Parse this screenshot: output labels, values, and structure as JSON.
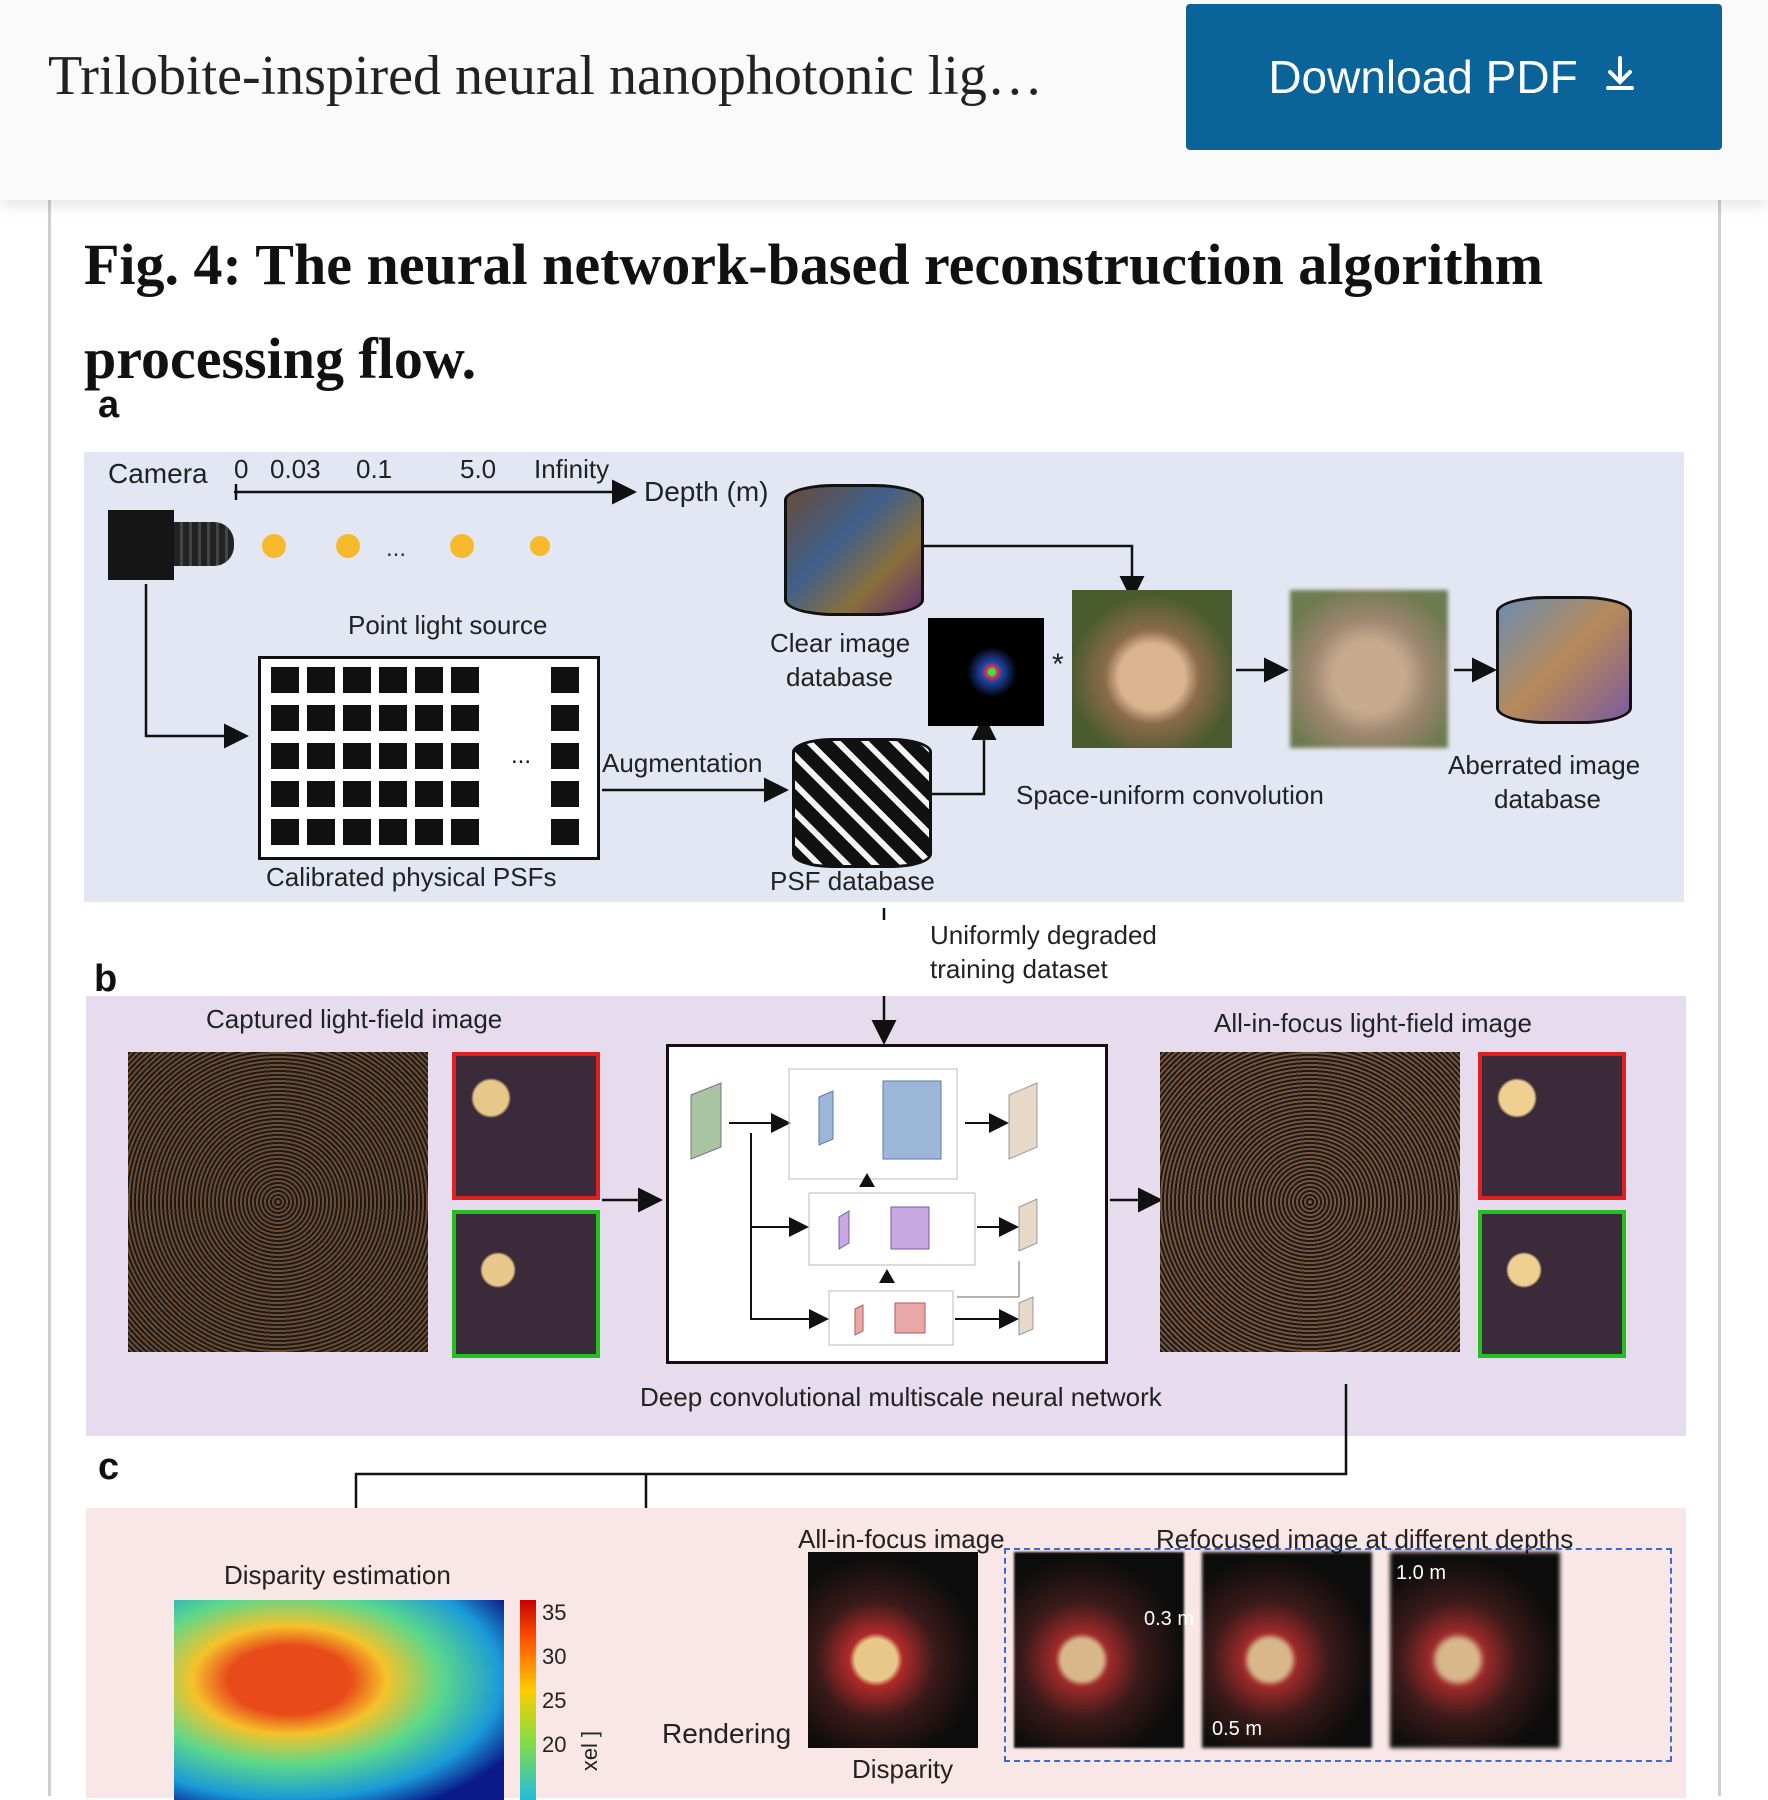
{
  "header": {
    "article_title": "Trilobite-inspired neural nanophotonic lig…",
    "download_label": "Download PDF",
    "download_icon": "download-arrow-icon",
    "accent_color": "#0a6399"
  },
  "figure": {
    "title": "Fig. 4: The neural network-based reconstruction algorithm processing flow.",
    "panel_a": {
      "letter": "a",
      "camera": "Camera",
      "depth_ticks": [
        "0",
        "0.03",
        "0.1",
        "5.0",
        "Infinity"
      ],
      "depth_axis": "Depth (m)",
      "point_light": "Point light source",
      "psfs": "Calibrated physical PSFs",
      "augmentation": "Augmentation",
      "psf_db": "PSF database",
      "clear_db_line1": "Clear image",
      "clear_db_line2": "database",
      "convolution": "Space-uniform convolution",
      "aberrated_line1": "Aberrated image",
      "aberrated_line2": "database",
      "conv_symbol": "*",
      "ellipsis": "..."
    },
    "panel_b": {
      "letter": "b",
      "degraded_line1": "Uniformly degraded",
      "degraded_line2": "training dataset",
      "captured": "Captured light-field image",
      "all_in_focus_lf": "All-in-focus light-field image",
      "network": "Deep convolutional multiscale neural network"
    },
    "panel_c": {
      "letter": "c",
      "disparity_est": "Disparity estimation",
      "colorbar_ticks": [
        "35",
        "30",
        "25",
        "20"
      ],
      "colorbar_unit": "xel ]",
      "rendering": "Rendering",
      "all_in_focus": "All-in-focus image",
      "refocused": "Refocused image at different depths",
      "disparity": "Disparity",
      "depth_marks": [
        "0.3 m",
        "0.5 m",
        "1.0 m"
      ]
    }
  }
}
